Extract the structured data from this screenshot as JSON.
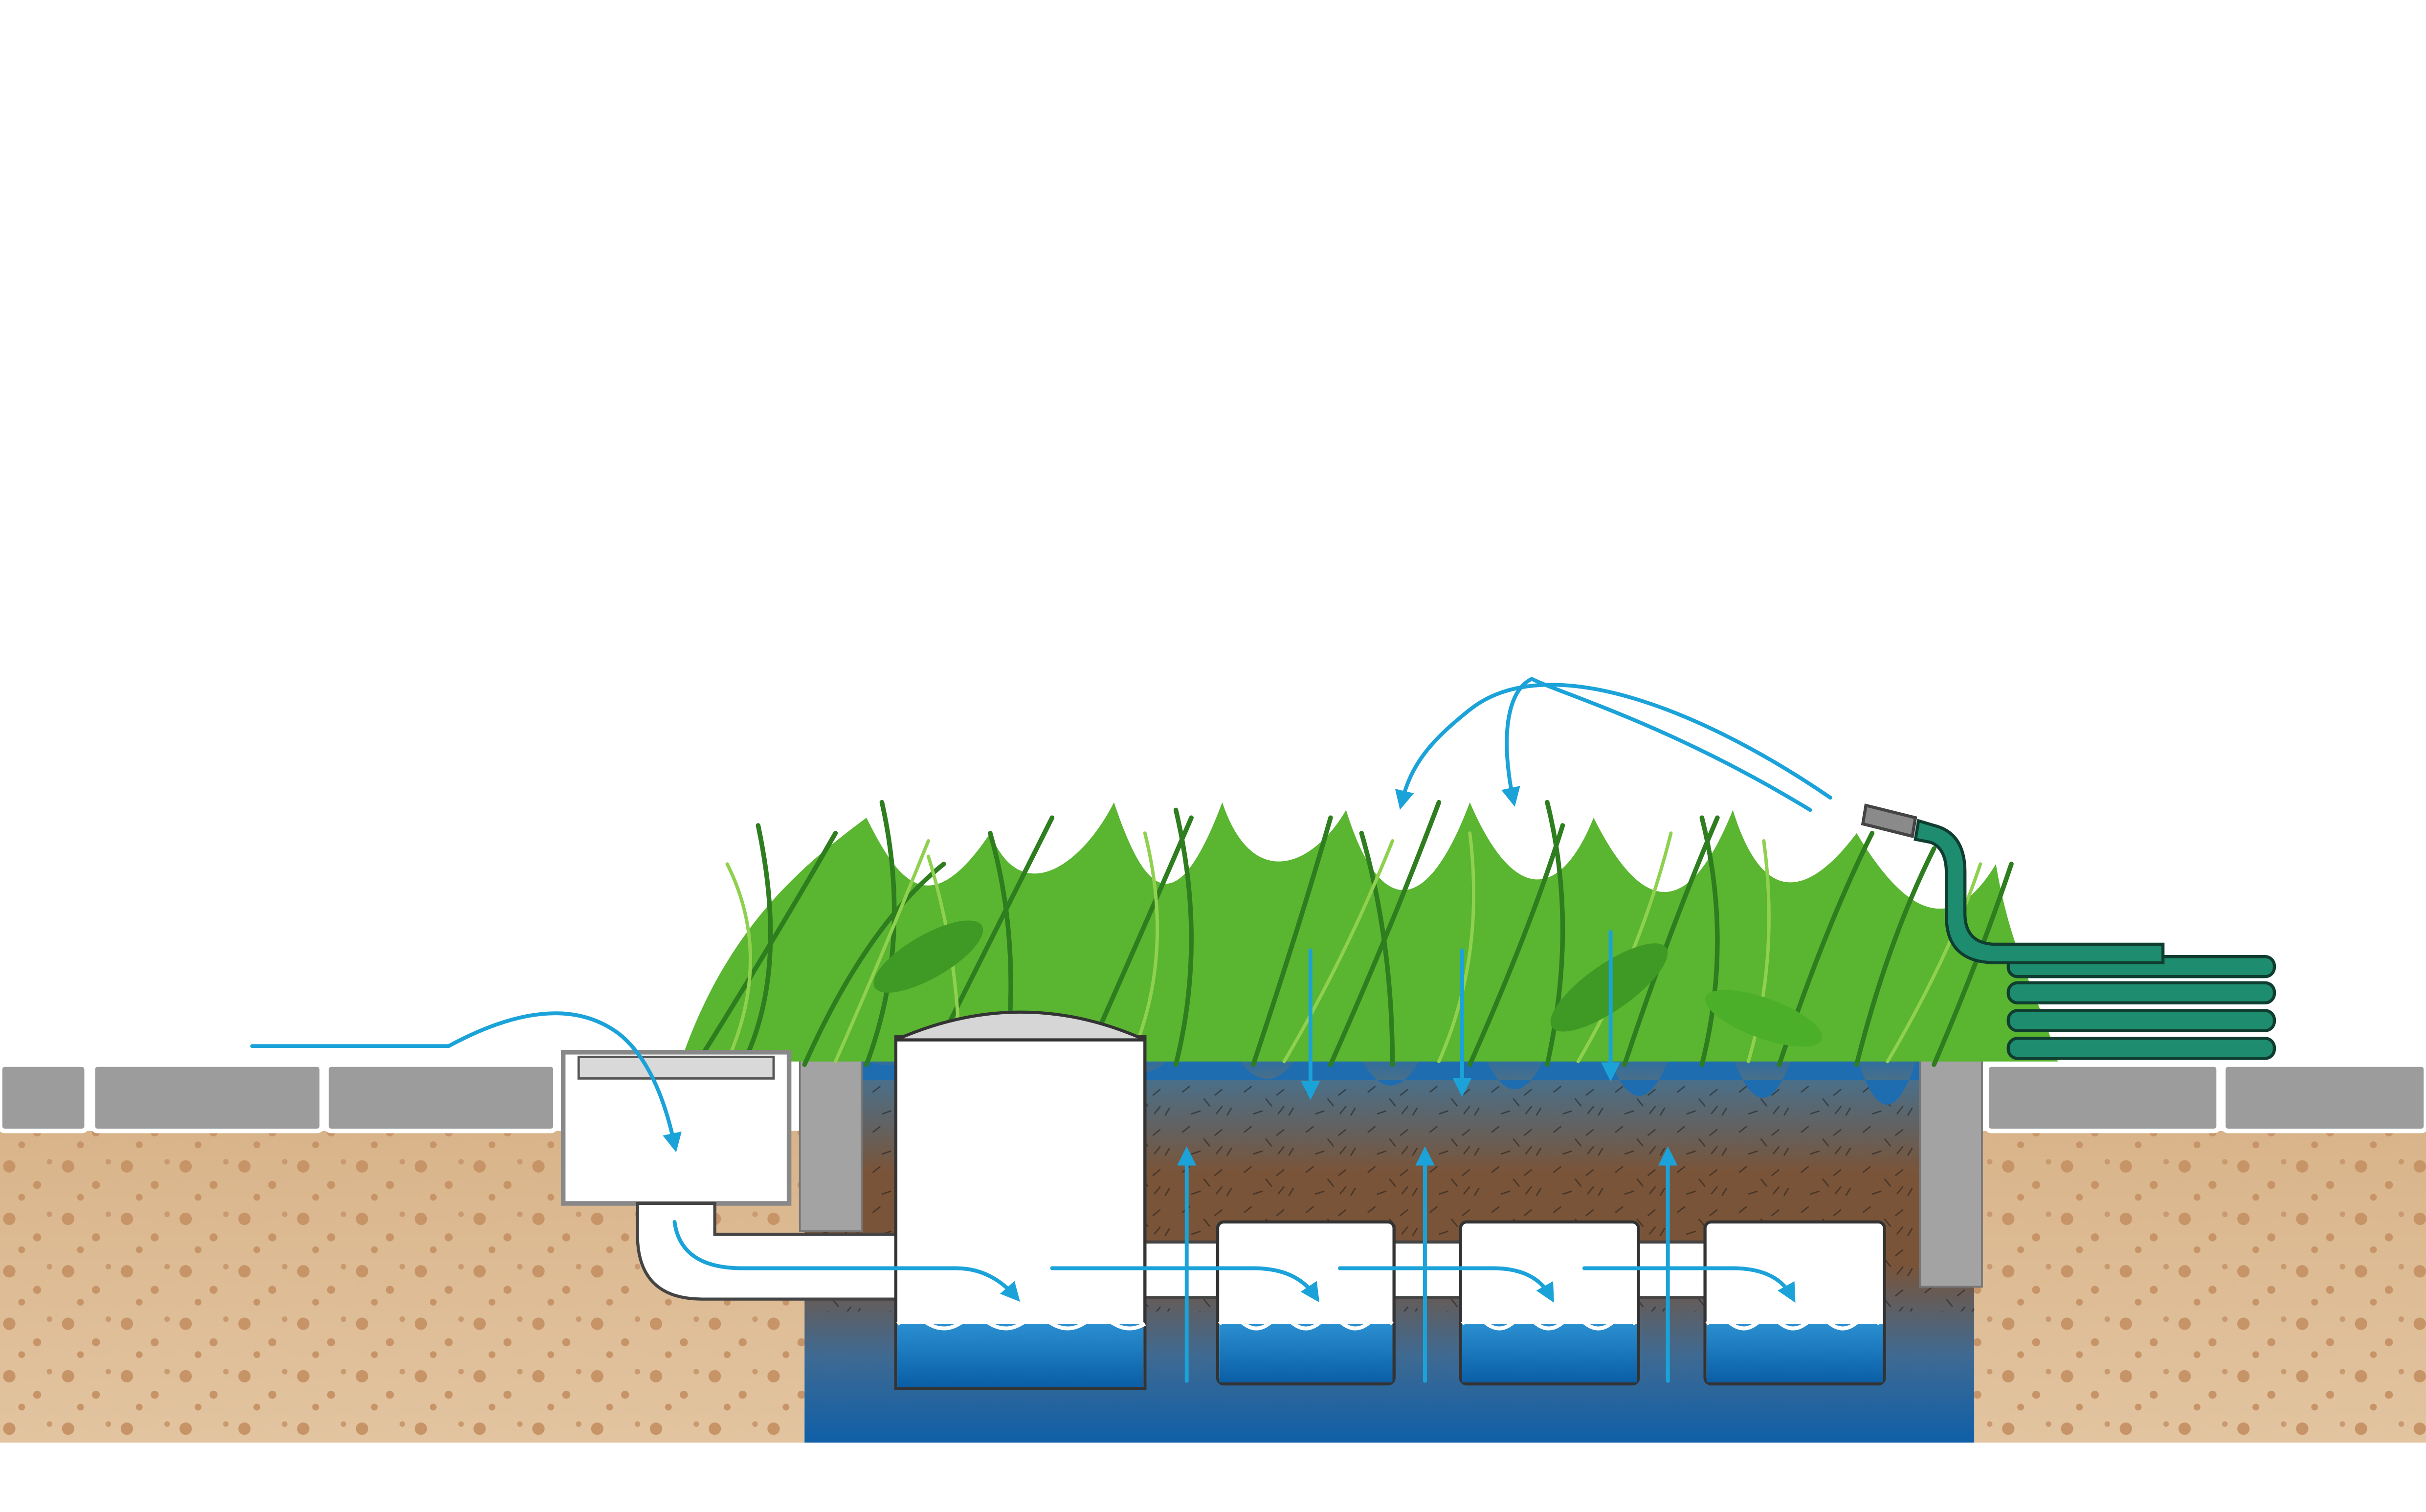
{
  "diagram": {
    "kind": "rainwater-harvesting-cross-section",
    "elements": [
      "paving-stones",
      "sandy-soil",
      "inlet-gully",
      "inlet-pipe",
      "filter-shaft",
      "storage-crates",
      "drainage-soil-layer",
      "grass-planting",
      "curb-stones",
      "garden-hose"
    ],
    "flows": [
      "surface-runoff-into-gully",
      "pipe-flow-to-storage",
      "infiltration-down-through-soil",
      "capillary-rise-to-roots",
      "hose-irrigation-spray"
    ]
  },
  "colors": {
    "water": "#0a6db8",
    "flow_arrow": "#1ba3d9",
    "grass": "#4caf2a",
    "grass_dark": "#2e7d1f",
    "soil": "#7a5438",
    "sand": "#d8b48c",
    "paver": "#9c9c9c",
    "hose": "#1e8c6e"
  }
}
